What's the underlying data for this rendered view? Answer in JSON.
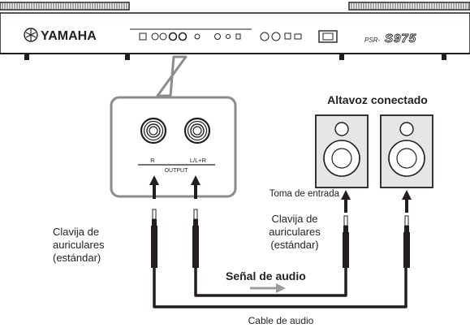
{
  "keyboard": {
    "brand": "YAMAHA",
    "model_prefix": "PSR-",
    "model_number": "S975"
  },
  "output_panel": {
    "jack_left_label": "R",
    "jack_right_label": "L/L+R",
    "group_label": "OUTPUT"
  },
  "labels": {
    "speaker_title": "Altavoz conectado",
    "input_jack": "Toma de entrada",
    "plug_left": [
      "Clavija de",
      "auriculares",
      "(estándar)"
    ],
    "plug_right": [
      "Clavija de",
      "auriculares",
      "(estándar)"
    ],
    "audio_signal": "Señal de audio",
    "audio_cable": "Cable de audio"
  },
  "colors": {
    "outline": "#231f20",
    "panel_gray": "#8c8c8c",
    "speaker_fill": "#e6e6e6",
    "signal_arrow": "#9b9b9b"
  }
}
